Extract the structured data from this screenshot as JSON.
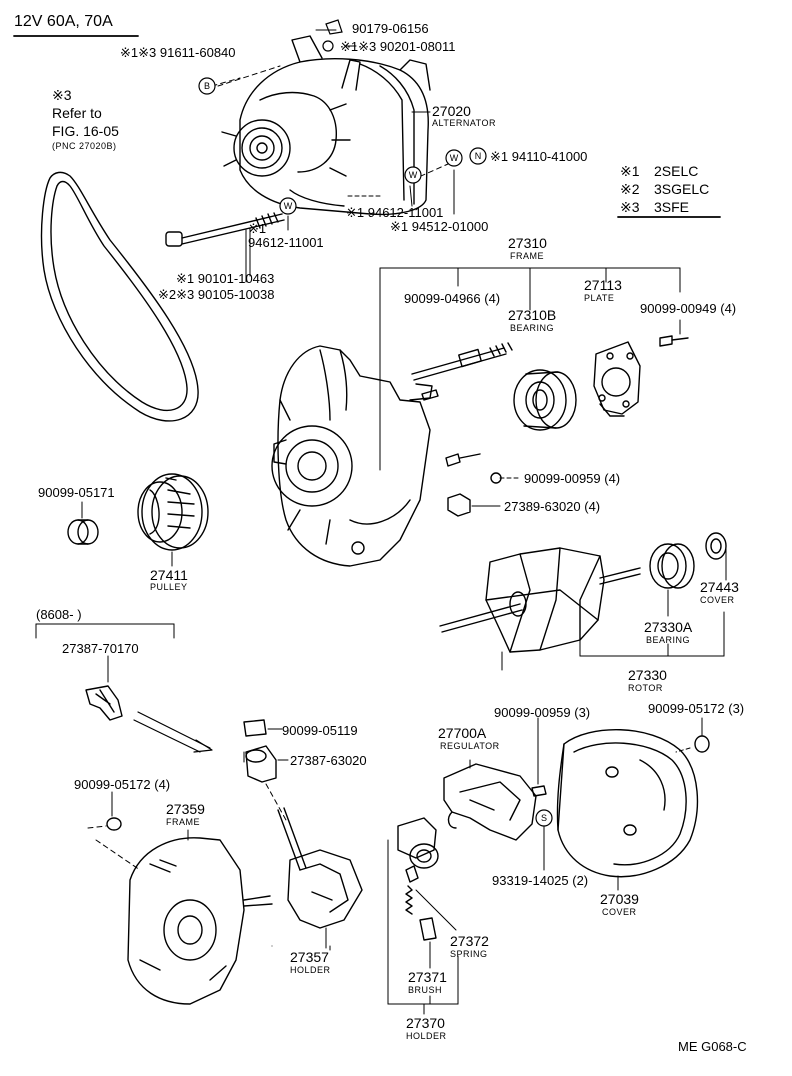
{
  "header": {
    "title": "12V 60A, 70A"
  },
  "legend": {
    "items": [
      {
        "mark": "※1",
        "text": "2SELC"
      },
      {
        "mark": "※2",
        "text": "3SGELC"
      },
      {
        "mark": "※3",
        "text": "3SFE"
      }
    ]
  },
  "belt_note": {
    "mark": "※3",
    "line1": "Refer to",
    "line2": "FIG. 16-05",
    "line3": "(PNC 27020B)"
  },
  "range_label": "(8608-          )",
  "circle_marks": {
    "b": "B",
    "w1": "W",
    "w2": "W",
    "w3": "W",
    "n": "N",
    "s": "S"
  },
  "callouts": {
    "p90179": "90179-06156",
    "p90201": "※1※3 90201-08011",
    "p91611": "※1※3 91611-60840",
    "p27020": "27020",
    "p27020_name": "ALTERNATOR",
    "p94110": "※1 94110-41000",
    "p94612a": "※1 94612-11001",
    "p94512": "※1 94512-01000",
    "p94612b_mark": "※1",
    "p94612b": "94612-11001",
    "p90101": "※1 90101-10463",
    "p90105": "※2※3 90105-10038",
    "p27310": "27310",
    "p27310_name": "FRAME",
    "p90099_04966": "90099-04966 (4)",
    "p27310B": "27310B",
    "p27310B_name": "BEARING",
    "p27113": "27113",
    "p27113_name": "PLATE",
    "p90099_00949": "90099-00949 (4)",
    "p90099_00959a": "90099-00959 (4)",
    "p27389": "27389-63020 (4)",
    "p90099_05171": "90099-05171",
    "p27411": "27411",
    "p27411_name": "PULLEY",
    "p27443": "27443",
    "p27443_name": "COVER",
    "p27330A": "27330A",
    "p27330A_name": "BEARING",
    "p27330": "27330",
    "p27330_name": "ROTOR",
    "p27387_70170": "27387-70170",
    "p90099_05119": "90099-05119",
    "p27387_63020": "27387-63020",
    "p27700A": "27700A",
    "p27700A_name": "REGULATOR",
    "p90099_00959b": "90099-00959 (3)",
    "p90099_05172a": "90099-05172 (3)",
    "p90099_05172b": "90099-05172 (4)",
    "p27359": "27359",
    "p27359_name": "FRAME",
    "p93319": "93319-14025 (2)",
    "p27039": "27039",
    "p27039_name": "COVER",
    "p27372": "27372",
    "p27372_name": "SPRING",
    "p27357": "27357",
    "p27357_name": "HOLDER",
    "p27371": "27371",
    "p27371_name": "BRUSH",
    "p27370": "27370",
    "p27370_name": "HOLDER"
  },
  "footer": {
    "code": "ME  G068-C"
  }
}
